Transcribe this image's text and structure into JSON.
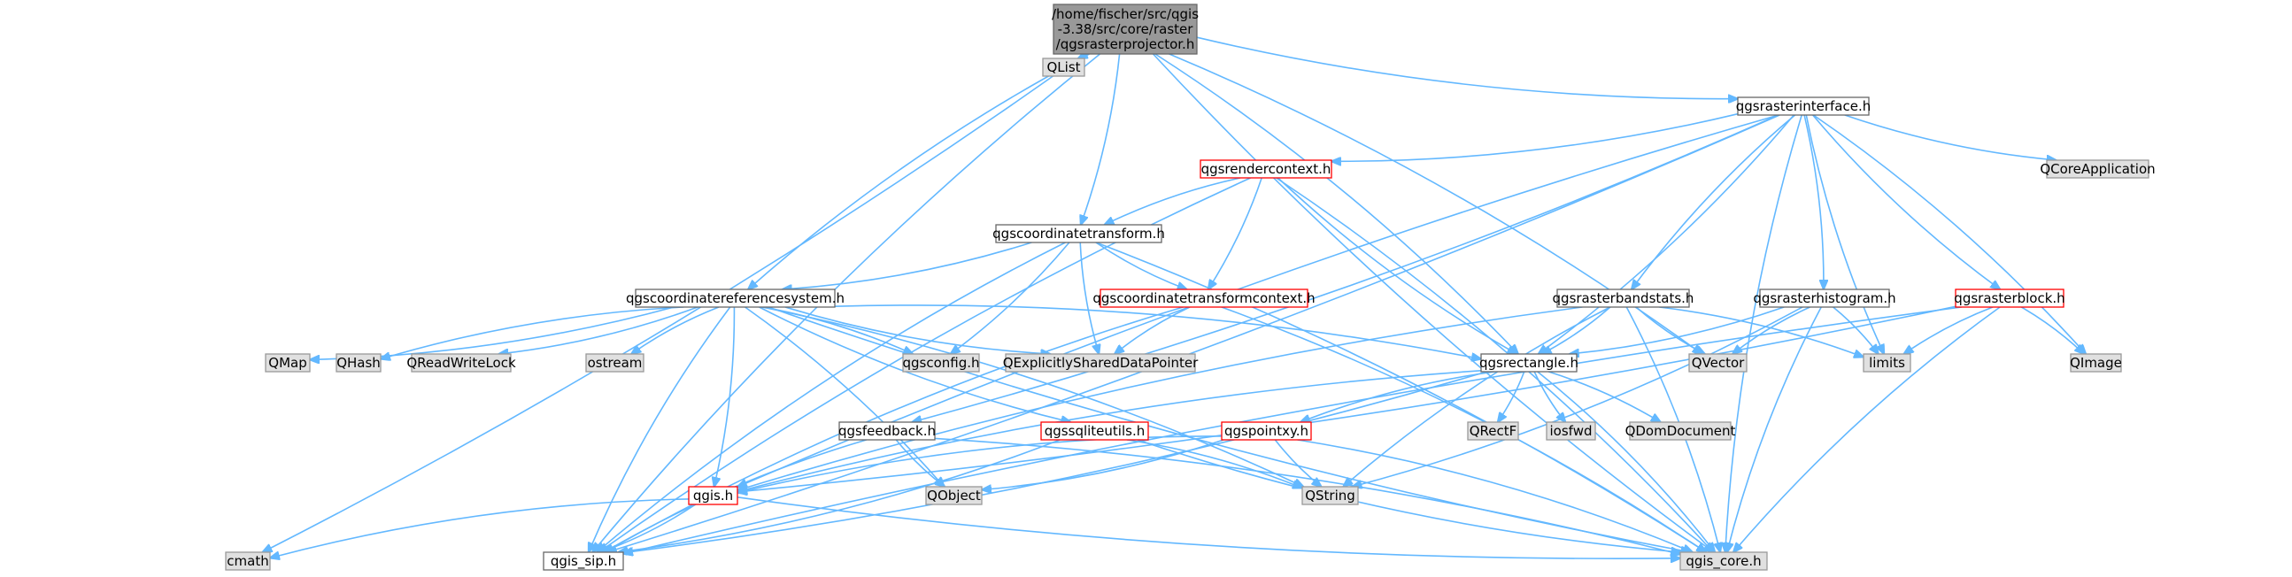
{
  "title": "",
  "colors": {
    "edge": "#63b8ff",
    "root_fill": "#999999",
    "root_border": "#666666",
    "doc_fill": "#ffffff",
    "doc_border": "#666666",
    "red_border": "#ff0000",
    "ext_fill": "#e0e0e0",
    "ext_border": "#999999",
    "text": "#000000"
  },
  "nodes": [
    {
      "id": "root",
      "lines": [
        "/home/fischer/src/qgis",
        "-3.38/src/core/raster",
        "/qgsrasterprojector.h"
      ],
      "style": "root"
    },
    {
      "id": "qlist",
      "lines": [
        "QList"
      ],
      "style": "ext"
    },
    {
      "id": "rasterinterface",
      "lines": [
        "qgsrasterinterface.h"
      ],
      "style": "doc"
    },
    {
      "id": "qcoreapplication",
      "lines": [
        "QCoreApplication"
      ],
      "style": "ext"
    },
    {
      "id": "rendercontext",
      "lines": [
        "qgsrendercontext.h"
      ],
      "style": "red"
    },
    {
      "id": "coordinatetransform",
      "lines": [
        "qgscoordinatetransform.h"
      ],
      "style": "doc"
    },
    {
      "id": "crs",
      "lines": [
        "qgscoordinatereferencesystem.h"
      ],
      "style": "doc"
    },
    {
      "id": "ctcontext",
      "lines": [
        "qgscoordinatetransformcontext.h"
      ],
      "style": "red"
    },
    {
      "id": "bandstats",
      "lines": [
        "qgsrasterbandstats.h"
      ],
      "style": "doc"
    },
    {
      "id": "histogram",
      "lines": [
        "qgsrasterhistogram.h"
      ],
      "style": "doc"
    },
    {
      "id": "rasterblock",
      "lines": [
        "qgsrasterblock.h"
      ],
      "style": "red"
    },
    {
      "id": "qmap",
      "lines": [
        "QMap"
      ],
      "style": "ext"
    },
    {
      "id": "qhash",
      "lines": [
        "QHash"
      ],
      "style": "ext"
    },
    {
      "id": "qreadwritelock",
      "lines": [
        "QReadWriteLock"
      ],
      "style": "ext"
    },
    {
      "id": "ostream",
      "lines": [
        "ostream"
      ],
      "style": "ext"
    },
    {
      "id": "qgsconfig",
      "lines": [
        "qgsconfig.h"
      ],
      "style": "ext"
    },
    {
      "id": "qesdp",
      "lines": [
        "QExplicitlySharedDataPointer"
      ],
      "style": "ext"
    },
    {
      "id": "rectangle",
      "lines": [
        "qgsrectangle.h"
      ],
      "style": "doc"
    },
    {
      "id": "qvector",
      "lines": [
        "QVector"
      ],
      "style": "ext"
    },
    {
      "id": "limits",
      "lines": [
        "limits"
      ],
      "style": "ext"
    },
    {
      "id": "qimage",
      "lines": [
        "QImage"
      ],
      "style": "ext"
    },
    {
      "id": "qrectf",
      "lines": [
        "QRectF"
      ],
      "style": "ext"
    },
    {
      "id": "iosfwd",
      "lines": [
        "iosfwd"
      ],
      "style": "ext"
    },
    {
      "id": "qdomdocument",
      "lines": [
        "QDomDocument"
      ],
      "style": "ext"
    },
    {
      "id": "feedback",
      "lines": [
        "qgsfeedback.h"
      ],
      "style": "doc"
    },
    {
      "id": "sqliteutils",
      "lines": [
        "qgssqliteutils.h"
      ],
      "style": "red"
    },
    {
      "id": "pointxy",
      "lines": [
        "qgspointxy.h"
      ],
      "style": "red"
    },
    {
      "id": "qobject",
      "lines": [
        "QObject"
      ],
      "style": "ext"
    },
    {
      "id": "qstring",
      "lines": [
        "QString"
      ],
      "style": "ext"
    },
    {
      "id": "qgis",
      "lines": [
        "qgis.h"
      ],
      "style": "red"
    },
    {
      "id": "cmath",
      "lines": [
        "cmath"
      ],
      "style": "ext"
    },
    {
      "id": "qgissip",
      "lines": [
        "qgis_sip.h"
      ],
      "style": "doc"
    },
    {
      "id": "qgiscore",
      "lines": [
        "qgis_core.h"
      ],
      "style": "ext"
    }
  ],
  "edges": [
    [
      "root",
      "qlist"
    ],
    [
      "root",
      "rasterinterface"
    ],
    [
      "root",
      "coordinatetransform"
    ],
    [
      "root",
      "crs"
    ],
    [
      "root",
      "rectangle"
    ],
    [
      "root",
      "qgissip"
    ],
    [
      "root",
      "cmath"
    ],
    [
      "root",
      "qgiscore"
    ],
    [
      "root",
      "qvector"
    ],
    [
      "rasterinterface",
      "qcoreapplication"
    ],
    [
      "rasterinterface",
      "rendercontext"
    ],
    [
      "rasterinterface",
      "bandstats"
    ],
    [
      "rasterinterface",
      "histogram"
    ],
    [
      "rasterinterface",
      "rasterblock"
    ],
    [
      "rasterinterface",
      "qimage"
    ],
    [
      "rasterinterface",
      "limits"
    ],
    [
      "rasterinterface",
      "rectangle"
    ],
    [
      "rasterinterface",
      "qgiscore"
    ],
    [
      "rasterinterface",
      "qgissip"
    ],
    [
      "rasterinterface",
      "qgis"
    ],
    [
      "rasterinterface",
      "feedback"
    ],
    [
      "rendercontext",
      "coordinatetransform"
    ],
    [
      "rendercontext",
      "ctcontext"
    ],
    [
      "rendercontext",
      "rectangle"
    ],
    [
      "rendercontext",
      "qgiscore"
    ],
    [
      "rendercontext",
      "qgissip"
    ],
    [
      "coordinatetransform",
      "crs"
    ],
    [
      "coordinatetransform",
      "ctcontext"
    ],
    [
      "coordinatetransform",
      "qgsconfig"
    ],
    [
      "coordinatetransform",
      "qesdp"
    ],
    [
      "coordinatetransform",
      "qgiscore"
    ],
    [
      "coordinatetransform",
      "qgissip"
    ],
    [
      "crs",
      "qmap"
    ],
    [
      "crs",
      "qhash"
    ],
    [
      "crs",
      "qreadwritelock"
    ],
    [
      "crs",
      "ostream"
    ],
    [
      "crs",
      "qgsconfig"
    ],
    [
      "crs",
      "qesdp"
    ],
    [
      "crs",
      "rectangle"
    ],
    [
      "crs",
      "sqliteutils"
    ],
    [
      "crs",
      "qgis"
    ],
    [
      "crs",
      "qgissip"
    ],
    [
      "crs",
      "qobject"
    ],
    [
      "crs",
      "qgiscore"
    ],
    [
      "crs",
      "qstring"
    ],
    [
      "ctcontext",
      "qesdp"
    ],
    [
      "ctcontext",
      "qgiscore"
    ],
    [
      "ctcontext",
      "qgissip"
    ],
    [
      "bandstats",
      "rectangle"
    ],
    [
      "bandstats",
      "qvector"
    ],
    [
      "bandstats",
      "limits"
    ],
    [
      "bandstats",
      "qgis"
    ],
    [
      "bandstats",
      "qgiscore"
    ],
    [
      "bandstats",
      "qstring"
    ],
    [
      "histogram",
      "rectangle"
    ],
    [
      "histogram",
      "qvector"
    ],
    [
      "histogram",
      "limits"
    ],
    [
      "histogram",
      "qgiscore"
    ],
    [
      "histogram",
      "qstring"
    ],
    [
      "rasterblock",
      "limits"
    ],
    [
      "rasterblock",
      "qimage"
    ],
    [
      "rasterblock",
      "qgiscore"
    ],
    [
      "rasterblock",
      "qgis"
    ],
    [
      "rasterblock",
      "qgissip"
    ],
    [
      "rectangle",
      "qrectf"
    ],
    [
      "rectangle",
      "iosfwd"
    ],
    [
      "rectangle",
      "qdomdocument"
    ],
    [
      "rectangle",
      "pointxy"
    ],
    [
      "rectangle",
      "qgiscore"
    ],
    [
      "rectangle",
      "qgis"
    ],
    [
      "rectangle",
      "qgissip"
    ],
    [
      "feedback",
      "qobject"
    ],
    [
      "feedback",
      "qgiscore"
    ],
    [
      "feedback",
      "qgissip"
    ],
    [
      "sqliteutils",
      "qstring"
    ],
    [
      "sqliteutils",
      "qgiscore"
    ],
    [
      "sqliteutils",
      "qgissip"
    ],
    [
      "pointxy",
      "qstring"
    ],
    [
      "pointxy",
      "qobject"
    ],
    [
      "pointxy",
      "qgis"
    ],
    [
      "pointxy",
      "qgiscore"
    ],
    [
      "qgis",
      "cmath"
    ],
    [
      "qgis",
      "qgissip"
    ],
    [
      "qgis",
      "qgiscore"
    ]
  ]
}
